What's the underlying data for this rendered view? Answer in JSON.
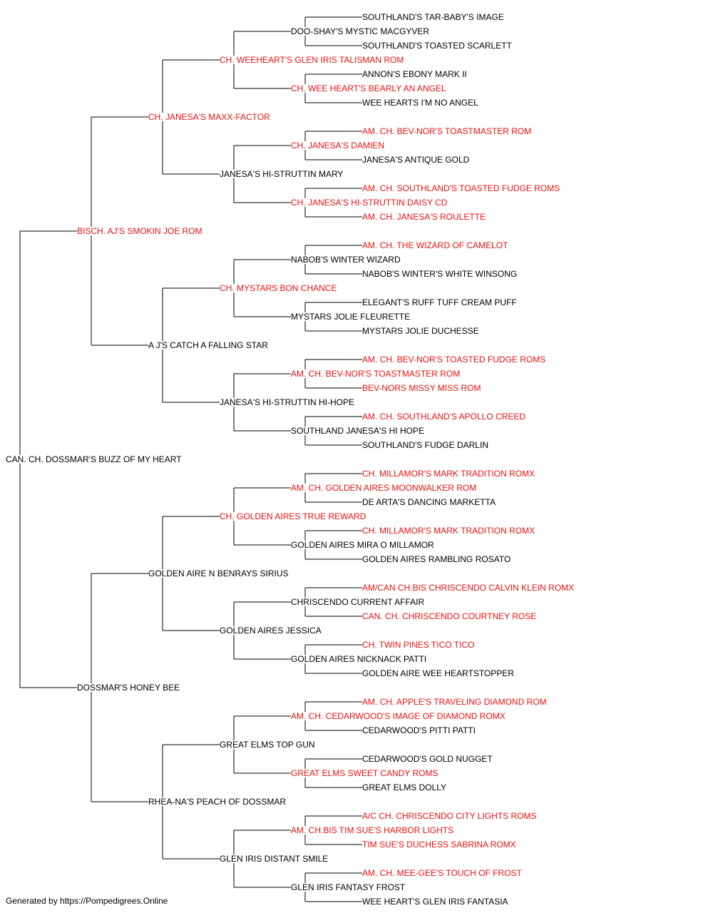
{
  "colors": {
    "titled": "#e8120e",
    "plain": "#000000",
    "line": "#000000"
  },
  "pedigree": {
    "name": "CAN. CH. DOSSMAR'S BUZZ OF MY HEART",
    "titled": false,
    "sire": {
      "name": "BISCH. AJ'S SMOKIN JOE ROM",
      "titled": true,
      "sire": {
        "name": "CH. JANESA'S MAXX-FACTOR",
        "titled": true,
        "sire": {
          "name": "CH. WEEHEART'S GLEN IRIS TALISMAN ROM",
          "titled": true,
          "sire": {
            "name": "DOO-SHAY'S MYSTIC MACGYVER",
            "titled": false,
            "sire": {
              "name": "SOUTHLAND'S TAR-BABY'S IMAGE",
              "titled": false
            },
            "dam": {
              "name": "SOUTHLAND'S TOASTED SCARLETT",
              "titled": false
            }
          },
          "dam": {
            "name": "CH. WEE HEART'S BEARLY AN ANGEL",
            "titled": true,
            "sire": {
              "name": "ANNON'S EBONY MARK II",
              "titled": false
            },
            "dam": {
              "name": "WEE HEARTS I'M NO ANGEL",
              "titled": false
            }
          }
        },
        "dam": {
          "name": "JANESA'S HI-STRUTTIN MARY",
          "titled": false,
          "sire": {
            "name": "CH. JANESA'S DAMIEN",
            "titled": true,
            "sire": {
              "name": "AM. CH. BEV-NOR'S TOASTMASTER ROM",
              "titled": true
            },
            "dam": {
              "name": "JANESA'S ANTIQUE GOLD",
              "titled": false
            }
          },
          "dam": {
            "name": "CH. JANESA'S HI-STRUTTIN DAISY CD",
            "titled": true,
            "sire": {
              "name": "AM. CH. SOUTHLAND'S TOASTED FUDGE ROMS",
              "titled": true
            },
            "dam": {
              "name": "AM. CH. JANESA'S ROULETTE",
              "titled": true
            }
          }
        }
      },
      "dam": {
        "name": "A J'S CATCH A FALLING STAR",
        "titled": false,
        "sire": {
          "name": "CH. MYSTARS BON CHANCE",
          "titled": true,
          "sire": {
            "name": "NABOB'S WINTER WIZARD",
            "titled": false,
            "sire": {
              "name": "AM. CH. THE WIZARD OF CAMELOT",
              "titled": true
            },
            "dam": {
              "name": "NABOB'S WINTER'S WHITE WINSONG",
              "titled": false
            }
          },
          "dam": {
            "name": "MYSTARS JOLIE FLEURETTE",
            "titled": false,
            "sire": {
              "name": "ELEGANT'S RUFF TUFF CREAM PUFF",
              "titled": false
            },
            "dam": {
              "name": "MYSTARS JOLIE DUCHESSE",
              "titled": false
            }
          }
        },
        "dam": {
          "name": "JANESA'S HI-STRUTTIN HI-HOPE",
          "titled": false,
          "sire": {
            "name": "AM. CH. BEV-NOR'S TOASTMASTER ROM",
            "titled": true,
            "sire": {
              "name": "AM. CH. BEV-NOR'S TOASTED FUDGE ROMS",
              "titled": true
            },
            "dam": {
              "name": "BEV-NORS MISSY MISS ROM",
              "titled": true
            }
          },
          "dam": {
            "name": "SOUTHLAND JANESA'S HI HOPE",
            "titled": false,
            "sire": {
              "name": "AM. CH. SOUTHLAND'S APOLLO CREED",
              "titled": true
            },
            "dam": {
              "name": "SOUTHLAND'S FUDGE DARLIN",
              "titled": false
            }
          }
        }
      }
    },
    "dam": {
      "name": "DOSSMAR'S HONEY BEE",
      "titled": false,
      "sire": {
        "name": "GOLDEN AIRE N BENRAYS SIRIUS",
        "titled": false,
        "sire": {
          "name": "CH. GOLDEN AIRES TRUE REWARD",
          "titled": true,
          "sire": {
            "name": "AM. CH. GOLDEN AIRES MOONWALKER ROM",
            "titled": true,
            "sire": {
              "name": "CH. MILLAMOR'S MARK TRADITION ROMX",
              "titled": true
            },
            "dam": {
              "name": "DE ARTA'S DANCING MARKETTA",
              "titled": false
            }
          },
          "dam": {
            "name": "GOLDEN AIRES MIRA O MILLAMOR",
            "titled": false,
            "sire": {
              "name": "CH. MILLAMOR'S MARK TRADITION ROMX",
              "titled": true
            },
            "dam": {
              "name": "GOLDEN AIRES RAMBLING ROSATO",
              "titled": false
            }
          }
        },
        "dam": {
          "name": "GOLDEN AIRES JESSICA",
          "titled": false,
          "sire": {
            "name": "CHRISCENDO CURRENT AFFAIR",
            "titled": false,
            "sire": {
              "name": "AM/CAN CH.BIS CHRISCENDO CALVIN KLEIN ROMX",
              "titled": true
            },
            "dam": {
              "name": "CAN. CH. CHRISCENDO COURTNEY ROSE",
              "titled": true
            }
          },
          "dam": {
            "name": "GOLDEN AIRES NICKNACK PATTI",
            "titled": false,
            "sire": {
              "name": "CH. TWIN PINES TICO TICO",
              "titled": true
            },
            "dam": {
              "name": "GOLDEN AIRE WEE HEARTSTOPPER",
              "titled": false
            }
          }
        }
      },
      "dam": {
        "name": "RHEA-NA'S PEACH OF DOSSMAR",
        "titled": false,
        "sire": {
          "name": "GREAT ELMS TOP GUN",
          "titled": false,
          "sire": {
            "name": "AM. CH. CEDARWOOD'S IMAGE OF DIAMOND ROMX",
            "titled": true,
            "sire": {
              "name": "AM. CH. APPLE'S TRAVELING DIAMOND ROM",
              "titled": true
            },
            "dam": {
              "name": "CEDARWOOD'S PITTI PATTI",
              "titled": false
            }
          },
          "dam": {
            "name": "GREAT ELMS SWEET CANDY ROMS",
            "titled": true,
            "sire": {
              "name": "CEDARWOOD'S GOLD NUGGET",
              "titled": false
            },
            "dam": {
              "name": "GREAT ELMS DOLLY",
              "titled": false
            }
          }
        },
        "dam": {
          "name": "GLEN IRIS DISTANT SMILE",
          "titled": false,
          "sire": {
            "name": "AM. CH.BIS TIM SUE'S HARBOR LIGHTS",
            "titled": true,
            "sire": {
              "name": "A/C CH. CHRISCENDO CITY LIGHTS ROMS",
              "titled": true
            },
            "dam": {
              "name": "TIM SUE'S DUCHESS SABRINA ROMX",
              "titled": true
            }
          },
          "dam": {
            "name": "GLEN IRIS FANTASY FROST",
            "titled": false,
            "sire": {
              "name": "AM. CH. MEE-GEE'S TOUCH OF FROST",
              "titled": true
            },
            "dam": {
              "name": "WEE HEART'S GLEN IRIS FANTASIA",
              "titled": false
            }
          }
        }
      }
    }
  },
  "footer": {
    "text": "Generated by https://Pompedigrees.Online"
  }
}
